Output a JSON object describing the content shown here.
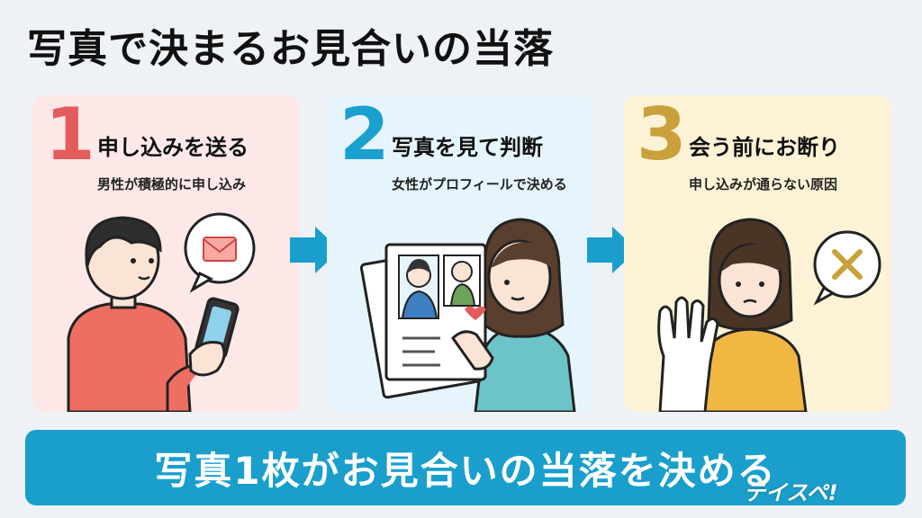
{
  "title": "写真で決まるお見合いの当落",
  "steps": [
    {
      "number": "1",
      "heading": "申し込みを送る",
      "sub": "男性が積極的に申し込み"
    },
    {
      "number": "2",
      "heading": "写真を見て判断",
      "sub": "女性がプロフィールで決める"
    },
    {
      "number": "3",
      "heading": "会う前にお断り",
      "sub": "申し込みが通らない原因"
    }
  ],
  "banner": "写真1枚がお見合いの当落を決める",
  "logo": "テイスペ!",
  "colors": {
    "step1_accent": "#e45b5b",
    "step2_accent": "#1aa0cf",
    "step3_accent": "#c9a13a",
    "banner_bg": "#1a9fcc",
    "arrow": "#1a9fcc"
  },
  "icons": {
    "step1": "envelope-icon",
    "step3": "cross-icon",
    "arrow": "arrow-right-icon"
  }
}
